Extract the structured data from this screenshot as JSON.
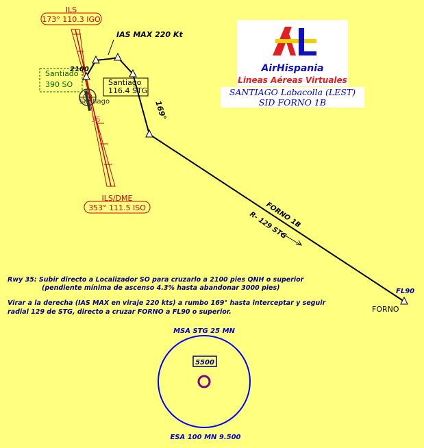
{
  "logo": {
    "brand": "AirHispania",
    "tagline": "Lineas Aéreas Virtuales",
    "colors": {
      "red": "#e02020",
      "blue": "#1010c0",
      "yellow": "#f0d000"
    }
  },
  "title": {
    "line1": "SANTIAGO Labacolla (LEST)",
    "line2": "SID FORNO 1B"
  },
  "ils_north": {
    "name": "ILS",
    "freq": "173° 110.3 IGO"
  },
  "ils_south": {
    "name": "ILS/DME",
    "freq": "353° 111.5 ISO"
  },
  "vor": {
    "name": "Santiago",
    "freq": "116.4 STG"
  },
  "locator": {
    "name": "Santiado",
    "freq": "390 SO"
  },
  "airport": {
    "name": "Santiago",
    "runway": "35"
  },
  "speed_limit": "IAS MAX 220 Kt",
  "altitude_2100": "2100",
  "heading_169": "169°",
  "route": {
    "name": "FORNO 1B",
    "radial": "R- 129 STG"
  },
  "forno": {
    "name": "FORNO",
    "level": "FL90"
  },
  "instructions": {
    "line1": "Rwy 35: Subir directo a Localizador SO para cruzarlo a 2100 pies QNH o superior",
    "line2": "(pendiente mínima de ascenso 4.3% hasta abandonar 3000 pies)",
    "line3": "Virar a la derecha (IAS MAX en viraje 220 kts) a rumbo 169° hasta interceptar y seguir",
    "line4": "radial 129 de STG, directo a cruzar FORNO a FL90 o superior."
  },
  "msa": {
    "title": "MSA STG 25 MN",
    "altitude": "5500",
    "esa": "ESA 100 MN 9.500"
  },
  "colors": {
    "background": "#ffff80",
    "navy": "#000080",
    "ils_red": "#cc0000",
    "locator_green": "#006600"
  }
}
